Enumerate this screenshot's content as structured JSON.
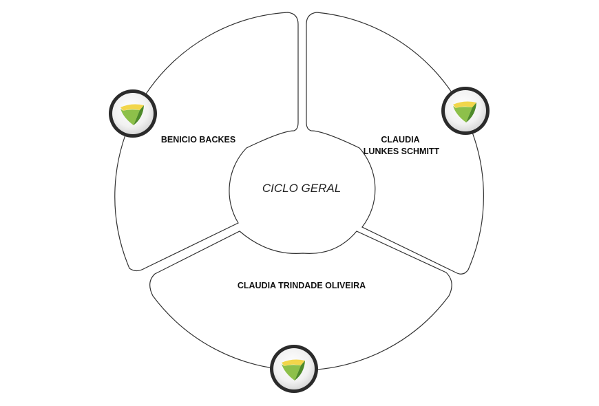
{
  "diagram": {
    "center_label": "CICLO GERAL",
    "segments": [
      {
        "label_lines": [
          "BENICIO BACKES"
        ]
      },
      {
        "label_lines": [
          "CLAUDIA",
          "LUNKES SCHMITT"
        ]
      },
      {
        "label_lines": [
          "CLAUDIA TRINDADE OLIVEIRA"
        ]
      }
    ],
    "badge_icon": "shield-logo-icon",
    "colors": {
      "outline": "#333333",
      "badge_ring": "#2b2b2b",
      "shield_green": "#7cb342",
      "shield_dark_green": "#4e8a2a",
      "shield_yellow": "#f2d64b"
    }
  }
}
